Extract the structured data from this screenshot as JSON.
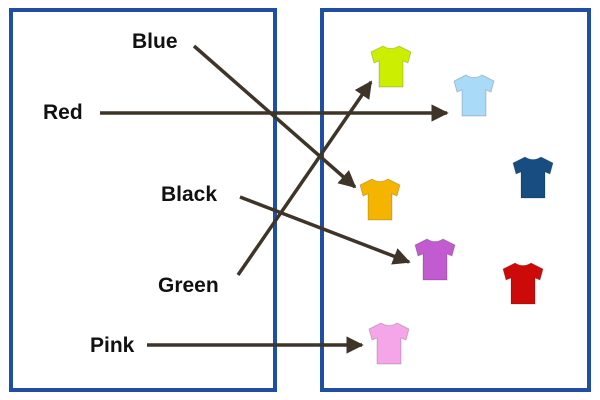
{
  "colors": {
    "frame": "#1f4fa3",
    "arrow": "#3f3428"
  },
  "words": {
    "blue": "Blue",
    "red": "Red",
    "black": "Black",
    "green": "Green",
    "pink": "Pink"
  },
  "shirts": {
    "lime": "#ccee00",
    "lightblue": "#a9daf8",
    "navy": "#174d80",
    "orange": "#f5b400",
    "purple": "#c25ad0",
    "red": "#cc0a0a",
    "pink": "#f5a6e8"
  },
  "matches": [
    {
      "word": "Blue",
      "shirt": "orange"
    },
    {
      "word": "Red",
      "shirt": "lightblue"
    },
    {
      "word": "Black",
      "shirt": "purple"
    },
    {
      "word": "Green",
      "shirt": "lime"
    },
    {
      "word": "Pink",
      "shirt": "pink"
    }
  ]
}
